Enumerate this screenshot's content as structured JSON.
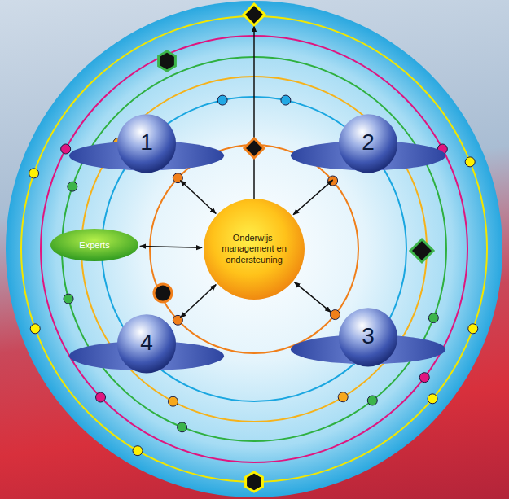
{
  "diagram": {
    "nodes": [
      {
        "text": [
          "1"
        ]
      },
      {
        "text": [
          "2"
        ]
      },
      {
        "text": [
          "Experts"
        ]
      },
      {
        "text": [
          "Onderwijs- management en ondersteuning"
        ]
      },
      {
        "text": [
          "4"
        ]
      },
      {
        "text": [
          "3"
        ]
      }
    ],
    "edges": [
      {
        "from": 0,
        "to": 3,
        "arrow": "both"
      },
      {
        "from": 1,
        "to": 3,
        "arrow": "both"
      },
      {
        "from": 2,
        "to": 3,
        "arrow": "both"
      },
      {
        "from": 4,
        "to": 3,
        "arrow": "both"
      },
      {
        "from": 5,
        "to": 3,
        "arrow": "both"
      }
    ]
  }
}
